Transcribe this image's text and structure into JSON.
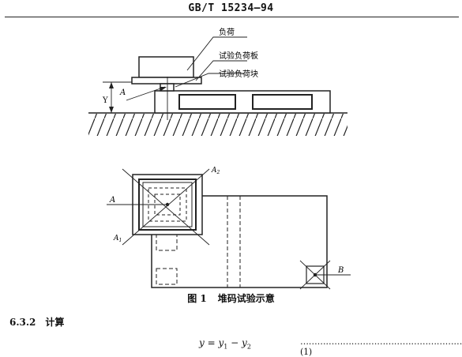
{
  "header": {
    "standard": "GB/T 15234—94"
  },
  "figure": {
    "labels": {
      "load": "负荷",
      "test_load_plate": "试验负荷板",
      "test_load_block": "试验负荷块",
      "y": "Y",
      "a": "A",
      "a1": "A",
      "a1_sub": "1",
      "a2": "A",
      "a2_sub": "2",
      "b": "B"
    },
    "caption_number": "图 1",
    "caption_title": "堆码试验示意"
  },
  "section": {
    "number": "6.3.2",
    "title": "计算"
  },
  "equation": {
    "lhs": "y",
    "eq": " = ",
    "y1": "y",
    "y1_sub": "1",
    "minus": " − ",
    "y2": "y",
    "y2_sub": "2",
    "leader": "……………………………………………………",
    "number": "(1)"
  }
}
